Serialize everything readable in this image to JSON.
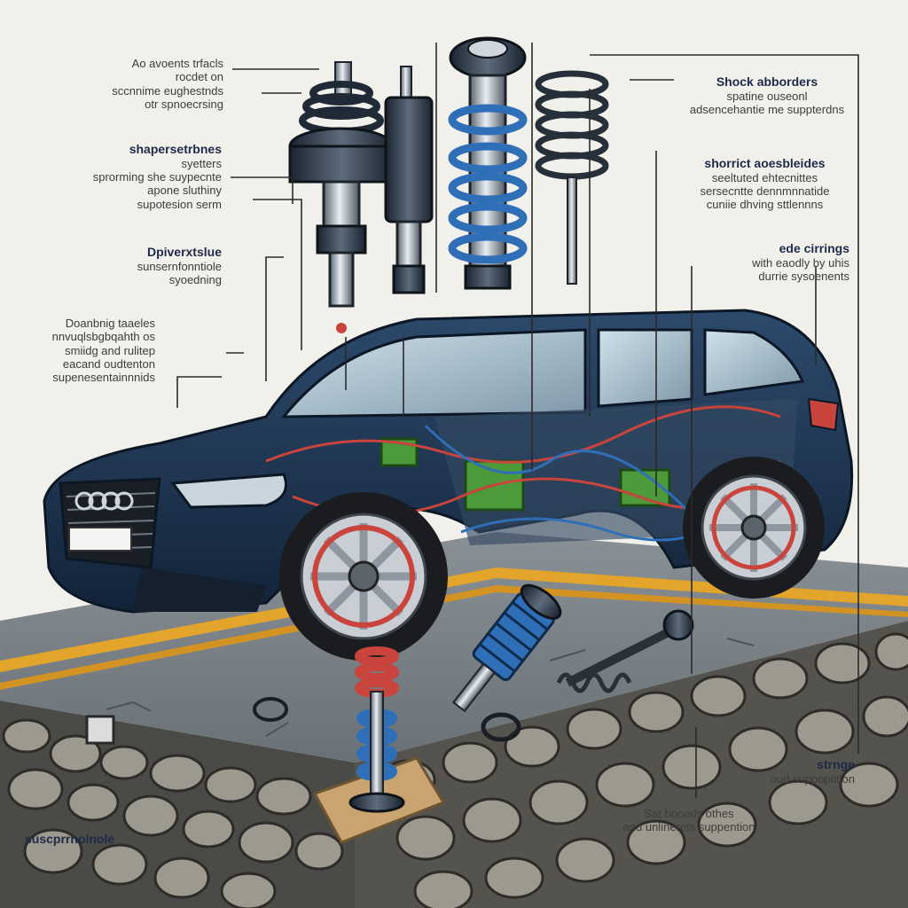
{
  "colors": {
    "background": "#f2f0ea",
    "car_body": "#1f3550",
    "spring_blue": "#2f6fb8",
    "spring_red": "#c8443c",
    "road": "#7d8489",
    "road_line": "#e2a42b",
    "stone": "#8d8a82",
    "leader_line": "#2a2a2a"
  },
  "labels": {
    "left_1": [
      "Ao avoents trfacls",
      "rocdet on",
      "sccnnime eughestnds",
      "otr spnoecrsing"
    ],
    "left_2": [
      "shapersetrbnes",
      "syetters",
      "sprorming she suypecnte",
      "apone sluthiny",
      "supotesion serm"
    ],
    "left_3": [
      "Dpiverxtslue",
      "sunsernfonntiole",
      "syoedning"
    ],
    "left_4": [
      "Doanbnig taaeles",
      "nnvuqlsbgbqahth os",
      "smiidg and rulitep",
      "eacand oudtenton",
      "supenesentainnnids"
    ],
    "right_1": [
      "Shock abborders",
      "spatine ouseonl",
      "adsencehantie me suppterdns"
    ],
    "right_2": [
      "shorrict aoesbleides",
      "seeltuted ehtecnittes",
      "sersecntte dennmnnatide",
      "cuniie dhving sttlennns"
    ],
    "right_3": [
      "ede cirrings",
      "with eaodly by uhis",
      "durrie sysoenents"
    ],
    "bottom_right_1": [
      "strnge",
      "oud suppoptition"
    ],
    "bottom_right_2": [
      "Sat booeds othes",
      "and unlinerets suppention"
    ],
    "bottom_left": [
      "suscprrnoinole"
    ]
  },
  "icons": [
    "coilover-icon",
    "strut-icon",
    "blue-spring-shock-icon",
    "coil-spring-icon",
    "car-icon",
    "spring-shock-icon",
    "shock-absorber-icon",
    "stabilizer-link-icon",
    "road-icon",
    "stone-wall-icon"
  ]
}
